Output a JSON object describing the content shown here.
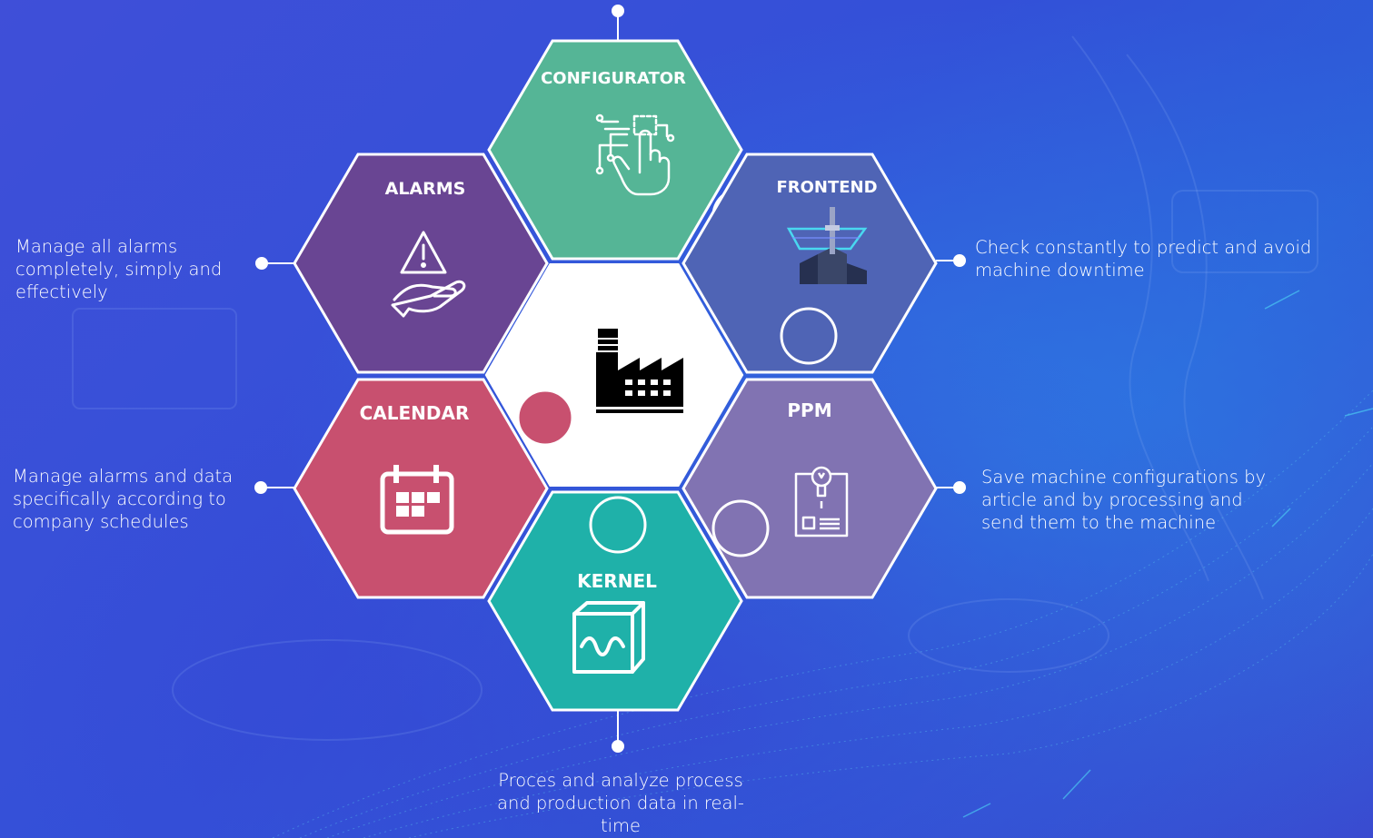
{
  "modules": {
    "configurator": {
      "title": "CONFIGURATOR",
      "color": "#55b596"
    },
    "alarms": {
      "title": "ALARMS",
      "color": "#694593"
    },
    "frontend": {
      "title": "FRONTEND",
      "color": "#4f64b5"
    },
    "calendar": {
      "title": "CALENDAR",
      "color": "#c8506f"
    },
    "ppm": {
      "title": "PPM",
      "color": "#8173b2"
    },
    "kernel": {
      "title": "KERNEL",
      "color": "#1fb1a9"
    },
    "center": {
      "color": "#ffffff"
    }
  },
  "descriptions": {
    "alarms": "Manage all alarms completely, simply and effectively",
    "frontend": "Check constantly to predict and avoid machine downtime",
    "calendar": "Manage alarms and data specifically according to company schedules",
    "ppm": "Save machine configurations by article and by processing and send them to the machine",
    "kernel": "Proces and analyze process and production data in real-time"
  }
}
